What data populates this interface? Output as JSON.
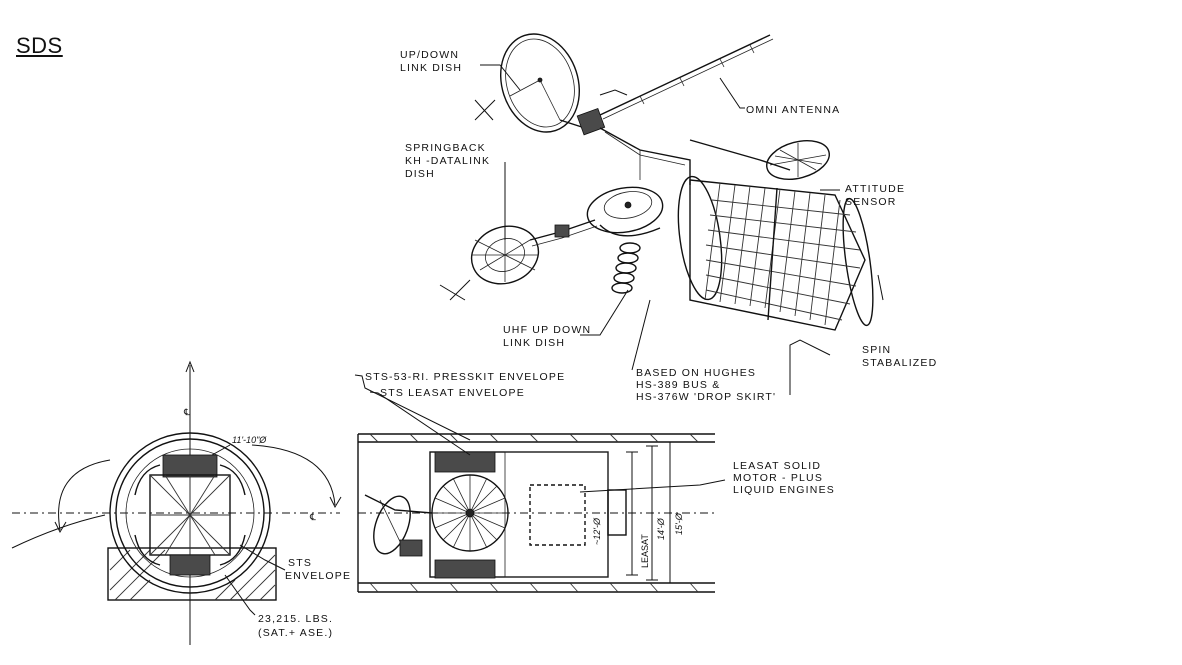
{
  "title": "SDS",
  "labels": {
    "uplink_dish": [
      "UP/DOWN",
      "LINK DISH"
    ],
    "omni_antenna": "OMNI ANTENNA",
    "springback": [
      "SPRINGBACK",
      "KH -DATALINK",
      "DISH"
    ],
    "attitude_sensor": [
      "ATTITUDE",
      "SENSOR"
    ],
    "uhf_dish": [
      "UHF UP DOWN",
      "LINK DISH"
    ],
    "based_on": [
      "BASED ON HUGHES",
      "HS-389 BUS &",
      "HS-376W 'DROP SKIRT'"
    ],
    "spin": [
      "SPIN",
      "STABALIZED"
    ],
    "sts53_envelope": "STS-53-RI. PRESSKIT ENVELOPE",
    "leasat_envelope": "STS LEASAT ENVELOPE",
    "leasat_motor": [
      "LEASAT SOLID",
      "MOTOR - PLUS",
      "LIQUID ENGINES"
    ],
    "diameter_11": "11'-10\"Ø",
    "sts_envelope": [
      "STS",
      "ENVELOPE"
    ],
    "weight": [
      "23,215. LBS.",
      "(SAT.+ ASE.)"
    ],
    "dim_12": "~12'-Ø",
    "dim_14": "14'-Ø",
    "dim_15": "15'-Ø",
    "leasat_dim": "LEASAT",
    "centerline": "℄"
  }
}
